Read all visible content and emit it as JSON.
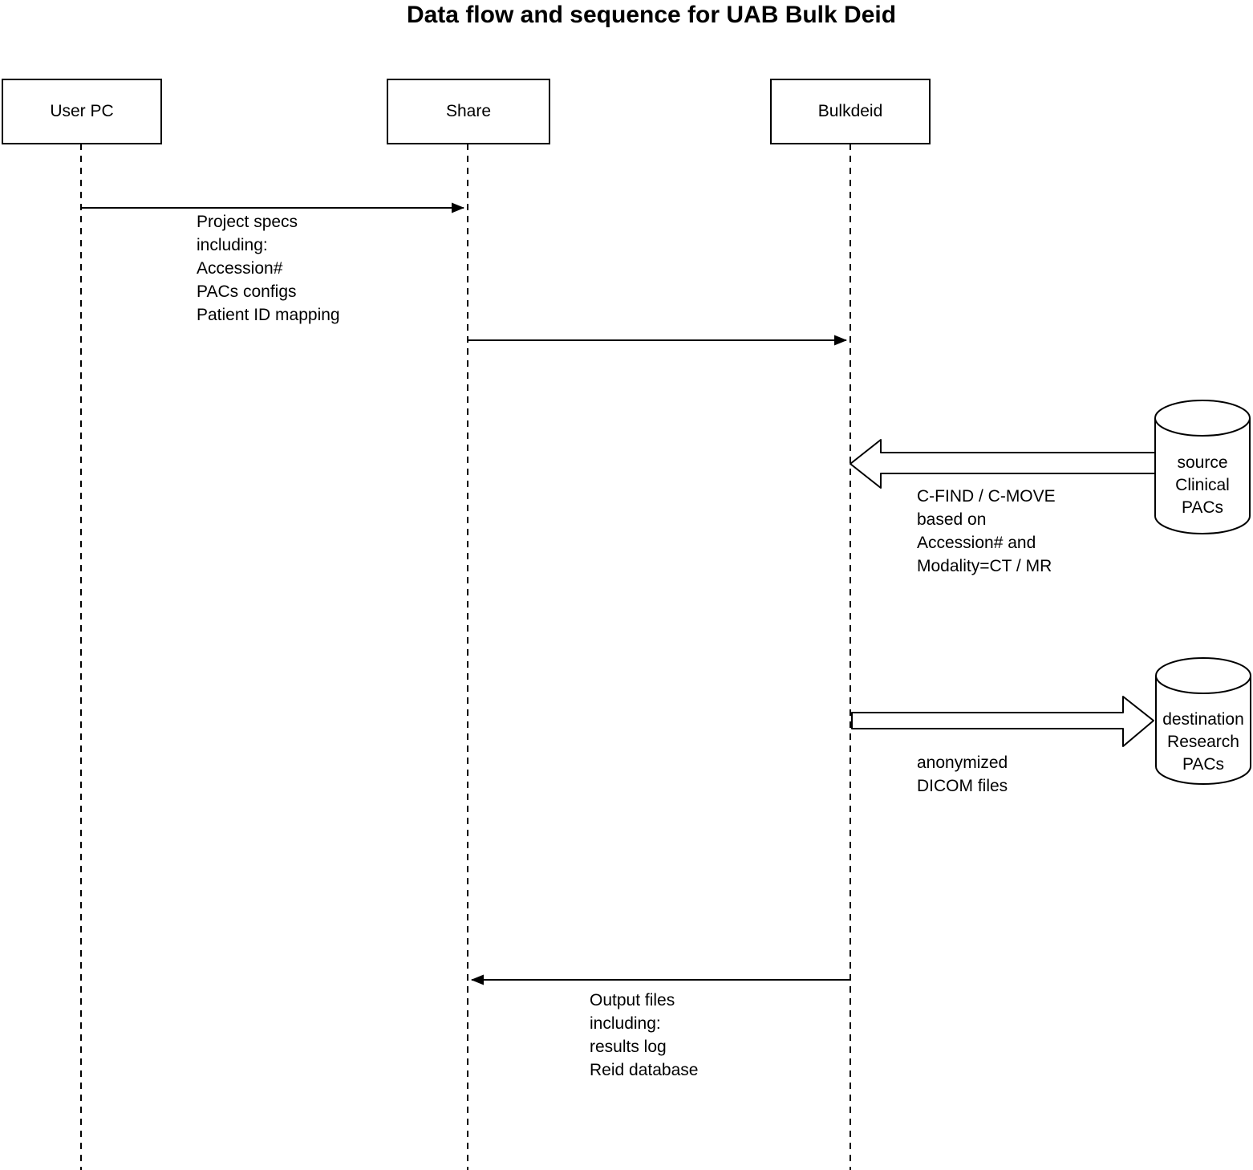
{
  "diagram": {
    "title": "Data flow and sequence for UAB Bulk Deid",
    "type": "sequence-diagram"
  },
  "actors": {
    "user_pc": "User PC",
    "share": "Share",
    "bulkdeid": "Bulkdeid"
  },
  "databases": {
    "source": "source\nClinical\nPACs",
    "destination": "destination\nResearch\nPACs"
  },
  "messages": {
    "project_specs": "Project specs\nincluding:\nAccession#\nPACs configs\nPatient ID mapping",
    "share_to_bulkdeid": "",
    "cfind": "C-FIND / C-MOVE\nbased on\nAccession# and\nModality=CT / MR",
    "anonymized": "anonymized\nDICOM files",
    "output_files": "Output files\nincluding:\nresults log\nReid database"
  },
  "colors": {
    "stroke": "#000000",
    "text": "#000000",
    "background": "#ffffff"
  }
}
